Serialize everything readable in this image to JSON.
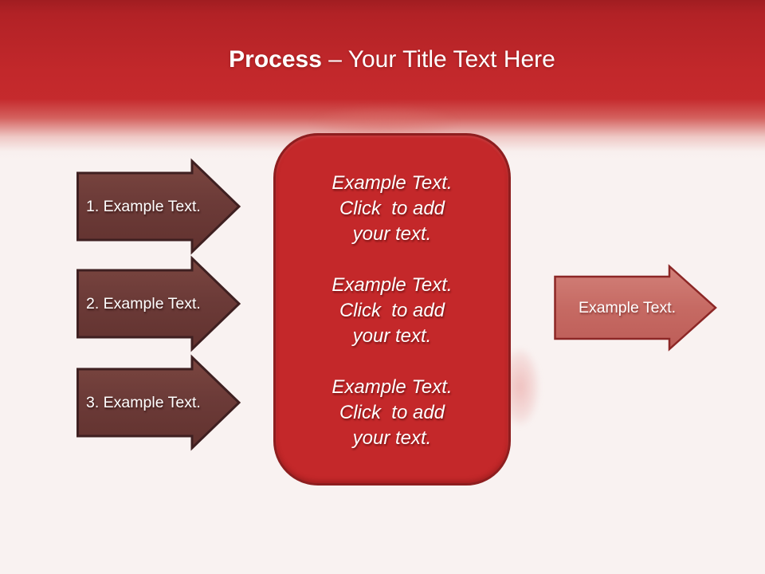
{
  "colors": {
    "header_red": "#C2282B",
    "header_red_dark": "#A01D21",
    "background": "#F9F2F1",
    "dark_arrow_fill": "#6C3B38",
    "dark_arrow_border": "#3F2021",
    "center_box_fill": "#C4282A",
    "center_box_border": "#8E1E1F",
    "right_arrow_fill": "#C66A63",
    "right_arrow_border": "#8C2726",
    "text_white": "#FFFFFF"
  },
  "header": {
    "title_bold": "Process",
    "title_rest": " – Your Title Text Here"
  },
  "left_arrows": [
    {
      "label": "1. Example Text."
    },
    {
      "label": "2. Example Text."
    },
    {
      "label": "3. Example Text."
    }
  ],
  "center_box": {
    "blocks": [
      {
        "line1": "Example Text.",
        "line2": "Click  to add",
        "line3": "your text."
      },
      {
        "line1": "Example Text.",
        "line2": "Click  to add",
        "line3": "your text."
      },
      {
        "line1": "Example Text.",
        "line2": "Click  to add",
        "line3": "your text."
      }
    ]
  },
  "right_arrow": {
    "label": "Example Text."
  }
}
